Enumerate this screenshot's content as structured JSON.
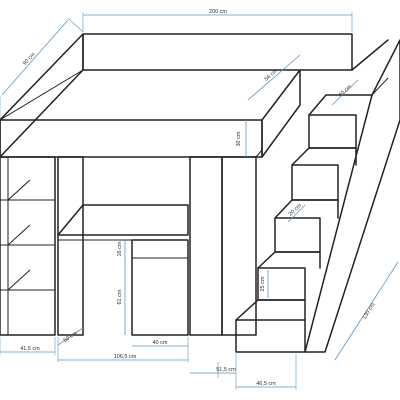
{
  "colors": {
    "outline": "#222222",
    "dimension_line": "#5b95c6",
    "background": "#ffffff"
  },
  "dimensions": {
    "total_length": "200 cm",
    "depth": "90 cm",
    "guard_rail_gap": "56 cm",
    "guard_rail_height": "30 cm",
    "stair_step_depth": "40 cm",
    "stair_tread_width": "20 cm",
    "stair_riser_height": "25 cm",
    "desk_gap_height": "16 cm",
    "cabinet_height": "61 cm",
    "cabinet_width": "40 cm",
    "side_shelf_width": "41,5 cm",
    "side_shelf_depth": "50 cm",
    "desk_span": "106,5 cm",
    "stair_offset": "51,5 cm",
    "stair_base_width": "46,5 cm",
    "stair_length": "130 cm"
  }
}
